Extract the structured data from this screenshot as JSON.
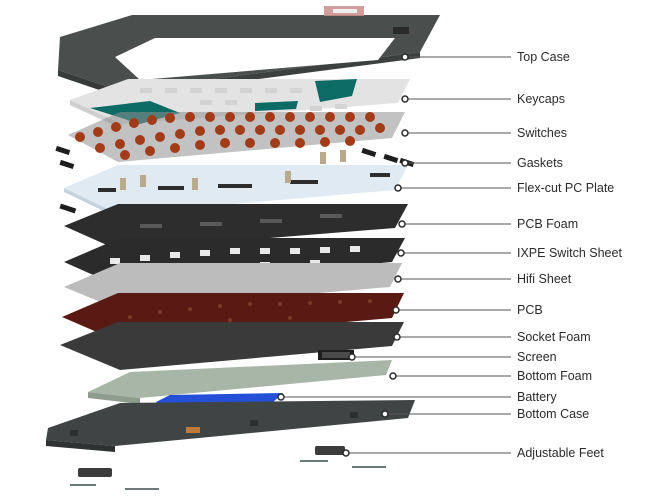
{
  "diagram": {
    "labels": [
      {
        "id": "top-case",
        "text": "Top Case"
      },
      {
        "id": "keycaps",
        "text": "Keycaps"
      },
      {
        "id": "switches",
        "text": "Switches"
      },
      {
        "id": "gaskets",
        "text": "Gaskets"
      },
      {
        "id": "flex-cut-pc-plate",
        "text": "Flex-cut PC Plate"
      },
      {
        "id": "pcb-foam",
        "text": "PCB Foam"
      },
      {
        "id": "ixpe-switch-sheet",
        "text": "IXPE Switch Sheet"
      },
      {
        "id": "hifi-sheet",
        "text": "Hifi Sheet"
      },
      {
        "id": "pcb",
        "text": "PCB"
      },
      {
        "id": "socket-foam",
        "text": "Socket Foam"
      },
      {
        "id": "screen",
        "text": "Screen"
      },
      {
        "id": "bottom-foam",
        "text": "Bottom Foam"
      },
      {
        "id": "battery",
        "text": "Battery"
      },
      {
        "id": "bottom-case",
        "text": "Bottom Case"
      },
      {
        "id": "adjustable-feet",
        "text": "Adjustable Feet"
      }
    ]
  },
  "colors": {
    "top_case": "#4a4f4e",
    "keycaps_light": "#e3e3e3",
    "keycaps_accent": "#0c6b64",
    "switch_stem": "#a23b17",
    "plate": "#dfeaf3",
    "foam_dark": "#2d2d2d",
    "hifi": "#bcbcbc",
    "pcb": "#5a1a14",
    "bottom_foam": "#a8b6a8",
    "battery": "#2450d8",
    "bottom_case": "#3f4444",
    "leader": "#555555"
  }
}
